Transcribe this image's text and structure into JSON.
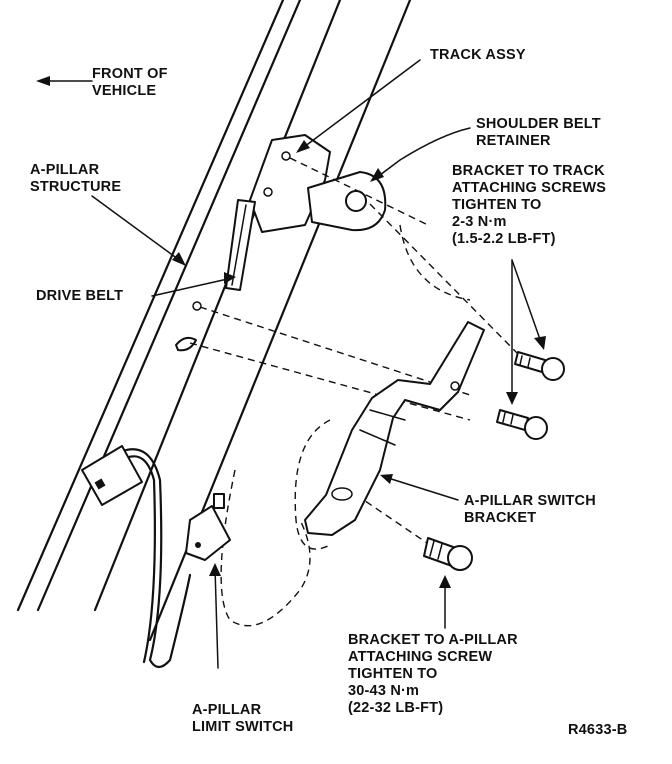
{
  "labels": {
    "front_of_vehicle": [
      "FRONT OF",
      "VEHICLE"
    ],
    "track_assy": "TRACK ASSY",
    "shoulder_belt_retainer": [
      "SHOULDER BELT",
      "RETAINER"
    ],
    "bracket_to_track": [
      "BRACKET TO TRACK",
      "ATTACHING SCREWS",
      "TIGHTEN TO",
      "2-3 N·m",
      "(1.5-2.2 LB-FT)"
    ],
    "a_pillar_structure": [
      "A-PILLAR",
      "STRUCTURE"
    ],
    "drive_belt": "DRIVE BELT",
    "a_pillar_switch_bracket": [
      "A-PILLAR SWITCH",
      "BRACKET"
    ],
    "bracket_to_a_pillar": [
      "BRACKET TO A-PILLAR",
      "ATTACHING SCREW",
      "TIGHTEN TO",
      "30-43 N·m",
      "(22-32 LB-FT)"
    ],
    "a_pillar_limit_switch": [
      "A-PILLAR",
      "LIMIT SWITCH"
    ],
    "figure_id": "R4633-B"
  }
}
